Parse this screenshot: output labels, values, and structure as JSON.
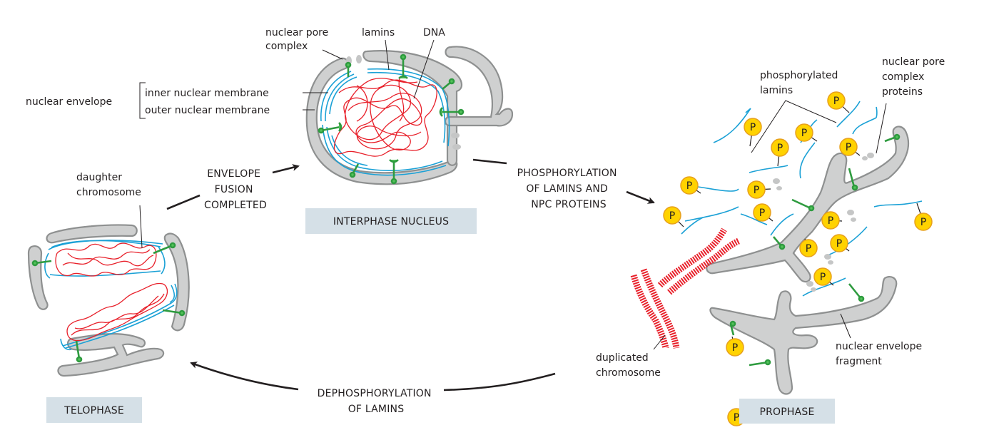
{
  "stages": {
    "interphase": {
      "label": "INTERPHASE NUCLEUS"
    },
    "prophase": {
      "label": "PROPHASE"
    },
    "telophase": {
      "label": "TELOPHASE"
    }
  },
  "transitions": {
    "to_prophase": {
      "lines": [
        "PHOSPHORYLATION",
        "OF LAMINS AND",
        "NPC PROTEINS"
      ]
    },
    "to_telophase": {
      "lines": [
        "DEPHOSPHORYLATION",
        "OF LAMINS"
      ]
    },
    "to_interphase": {
      "lines": [
        "ENVELOPE",
        "FUSION",
        "COMPLETED"
      ]
    }
  },
  "labels": {
    "nuclear_pore_complex": [
      "nuclear pore",
      "complex"
    ],
    "lamins": "lamins",
    "dna": "DNA",
    "nuclear_envelope": "nuclear envelope",
    "inner_membrane": "inner nuclear membrane",
    "outer_membrane": "outer nuclear membrane",
    "daughter_chromosome": [
      "daughter",
      "chromosome"
    ],
    "phosphorylated_lamins": [
      "phosphorylated",
      "lamins"
    ],
    "npc_proteins": [
      "nuclear pore",
      "complex",
      "proteins"
    ],
    "duplicated_chromosome": [
      "duplicated",
      "chromosome"
    ],
    "nuclear_envelope_fragment": [
      "nuclear envelope",
      "fragment"
    ]
  },
  "phosphate_symbol": "P",
  "colors": {
    "envelope_fill": "#cfd0d0",
    "lamin": "#1ba1d6",
    "dna": "#e8202a",
    "protein": "#54c35a",
    "phosphate": "#ffd200",
    "stage_box": "#d5e0e7"
  }
}
